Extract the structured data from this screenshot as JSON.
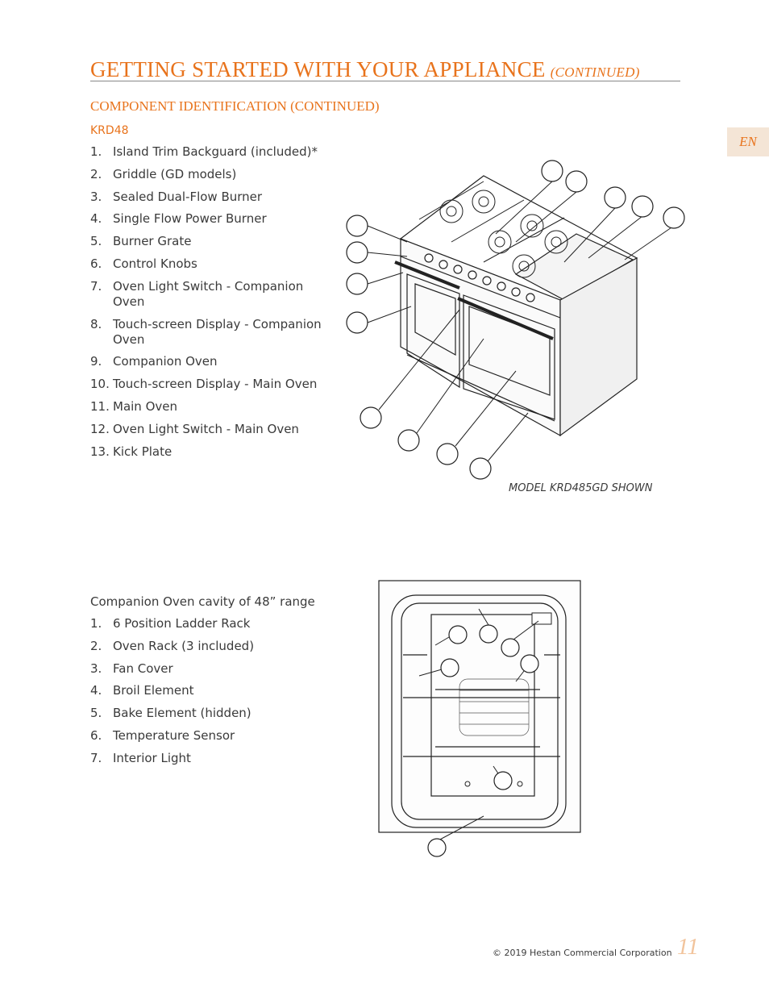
{
  "header": {
    "title": "GETTING STARTED WITH YOUR APPLIANCE",
    "title_suffix": "(CONTINUED)"
  },
  "section": {
    "heading": "COMPONENT IDENTIFICATION (CONTINUED)",
    "model": "KRD48"
  },
  "language_tab": "EN",
  "parts_list": [
    {
      "num": "1.",
      "text": "Island Trim Backguard (included)*"
    },
    {
      "num": "2.",
      "text": "Griddle (GD models)"
    },
    {
      "num": "3.",
      "text": "Sealed Dual-Flow Burner"
    },
    {
      "num": "4.",
      "text": "Single Flow Power Burner"
    },
    {
      "num": "5.",
      "text": "Burner Grate"
    },
    {
      "num": "6.",
      "text": "Control Knobs"
    },
    {
      "num": "7.",
      "text": "Oven Light Switch - Companion Oven"
    },
    {
      "num": "8.",
      "text": "Touch-screen Display - Companion Oven"
    },
    {
      "num": "9.",
      "text": "Companion Oven"
    },
    {
      "num": "10.",
      "text": "Touch-screen Display - Main Oven"
    },
    {
      "num": "11.",
      "text": "Main Oven"
    },
    {
      "num": "12.",
      "text": "Oven Light Switch - Main Oven"
    },
    {
      "num": "13.",
      "text": "Kick Plate"
    }
  ],
  "range_figure_caption": "MODEL KRD485GD SHOWN",
  "cavity": {
    "intro": "Companion Oven cavity of 48” range",
    "items": [
      {
        "num": "1.",
        "text": "6 Position Ladder Rack"
      },
      {
        "num": "2.",
        "text": "Oven Rack (3 included)"
      },
      {
        "num": "3.",
        "text": "Fan Cover"
      },
      {
        "num": "4.",
        "text": "Broil Element"
      },
      {
        "num": "5.",
        "text": "Bake Element (hidden)"
      },
      {
        "num": "6.",
        "text": "Temperature Sensor"
      },
      {
        "num": "7.",
        "text": "Interior Light"
      }
    ]
  },
  "footer": {
    "copyright": "© 2019 Hestan Commercial Corporation",
    "page_number": "11"
  },
  "colors": {
    "accent": "#e8731c",
    "page_number": "#f2c49c",
    "tab_background": "#f4e5d6",
    "body_text": "#3a3a3a"
  }
}
